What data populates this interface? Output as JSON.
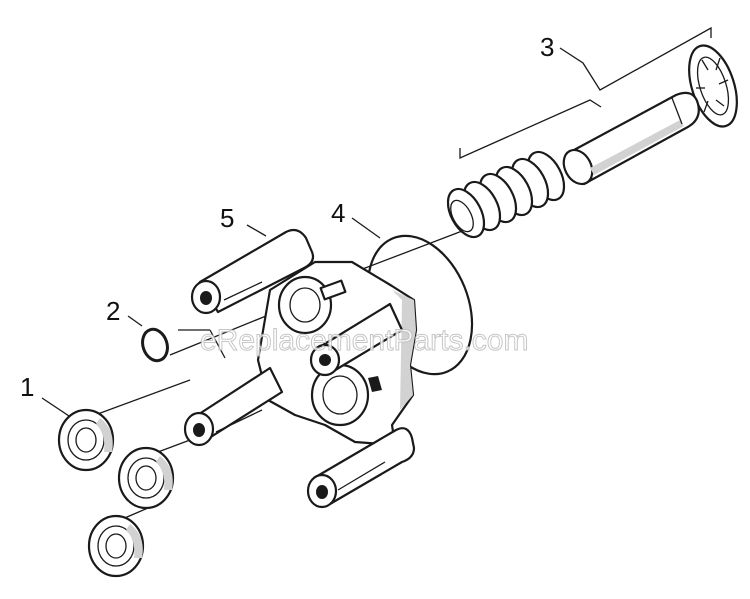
{
  "diagram": {
    "labels": {
      "seal_rings": "1",
      "o_ring": "2",
      "piston_assembly": "3",
      "large_o_ring": "4",
      "pump_head": "5"
    },
    "watermark": "eReplacementParts.com"
  }
}
